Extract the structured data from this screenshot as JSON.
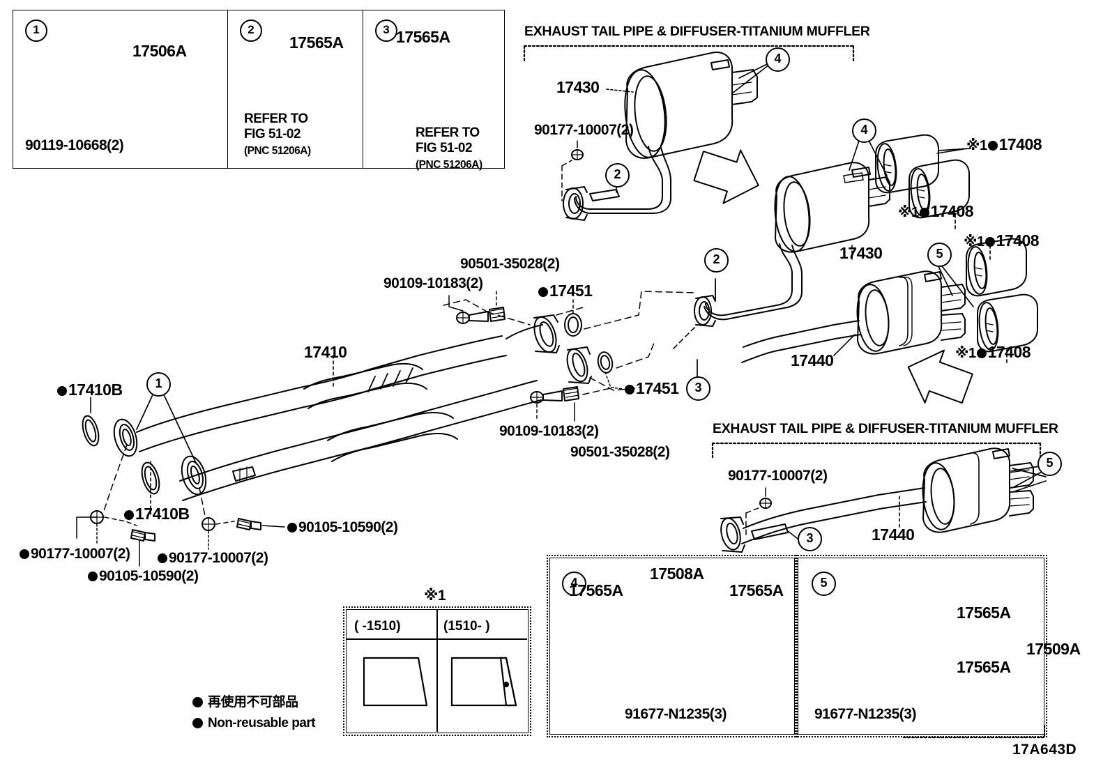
{
  "diagram": {
    "id_code": "17A643D",
    "title": "Exhaust Pipe / Muffler Parts Diagram"
  },
  "section_headers": {
    "top": "EXHAUST TAIL PIPE & DIFFUSER-TITANIUM MUFFLER",
    "bottom": "EXHAUST TAIL PIPE & DIFFUSER-TITANIUM MUFFLER"
  },
  "detail_panels": [
    {
      "callout": "1",
      "part_label": "17506A",
      "hardware": "90119-10668(2)"
    },
    {
      "callout": "2",
      "part_label": "17565A",
      "refer_line1": "REFER TO",
      "refer_line2": "FIG 51-02",
      "refer_line3": "(PNC 51206A)"
    },
    {
      "callout": "3",
      "part_label": "17565A",
      "refer_line1": "REFER TO",
      "refer_line2": "FIG 51-02",
      "refer_line3": "(PNC 51206A)"
    }
  ],
  "bottom_panels": [
    {
      "callout": "4",
      "main_part": "17508A",
      "left_part": "17565A",
      "right_part": "17565A",
      "bolt": "91677-N1235(3)"
    },
    {
      "callout": "5",
      "main_part": "17509A",
      "upper_part": "17565A",
      "lower_part": "17565A",
      "bolt": "91677-N1235(3)"
    }
  ],
  "labels": {
    "front_pipe": "17410",
    "gasket_a": "17410B",
    "gasket_b": "17410B",
    "seal_a": "17451",
    "seal_b": "17451",
    "muffler_rear_left": "17430",
    "muffler_rear_right": "17430",
    "muffler_center": "17440",
    "muffler_bottom": "17440",
    "tip_1": "17408",
    "tip_2": "17408",
    "tip_3": "17408",
    "tip_4": "17408"
  },
  "hardware": {
    "bolt_90177_top": "90177-10007(2)",
    "bolt_90177_left_a": "90177-10007(2)",
    "bolt_90177_left_b": "90177-10007(2)",
    "bolt_90177_bottom": "90177-10007(2)",
    "nut_90105_a": "90105-10590(2)",
    "nut_90105_b": "90105-10590(2)",
    "bolt_90109_upper": "90109-10183(2)",
    "bolt_90109_lower": "90109-10183(2)",
    "spring_90501_upper": "90501-35028(2)",
    "spring_90501_lower": "90501-35028(2)"
  },
  "callout_markers": {
    "m1_left": "1",
    "m2_top": "2",
    "m2_mid": "2",
    "m3_left": "3",
    "m3_bottom": "3",
    "m4_top": "4",
    "m4_right": "4",
    "m5_right": "5",
    "m5_bottom": "5"
  },
  "legend": {
    "marker_note": "※1",
    "japanese": "再使用不可部品",
    "english": "Non-reusable part",
    "range_left": "(      -1510)",
    "range_right": "(1510-      )"
  }
}
